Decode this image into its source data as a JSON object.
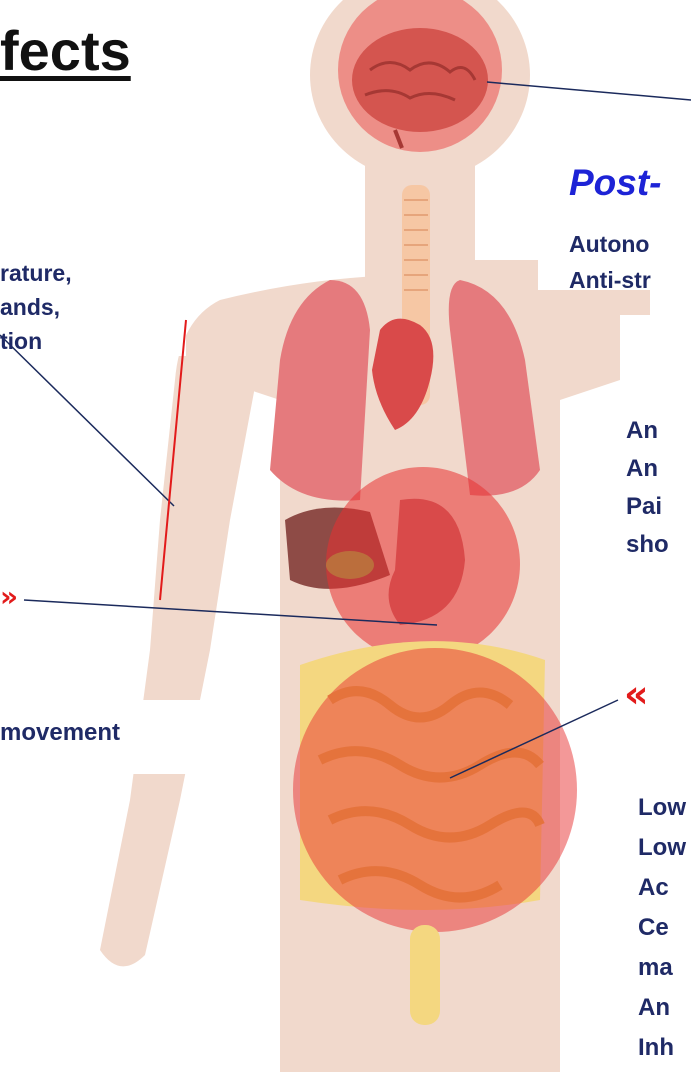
{
  "title": "fects",
  "left_label_1": {
    "lines": [
      "rature,",
      "ands,",
      "tion"
    ]
  },
  "left_label_2": {
    "lines": [
      "movement"
    ]
  },
  "post_heading": "Post-",
  "post_body": {
    "lines": [
      "Autono",
      "Anti-str"
    ]
  },
  "right_label": {
    "lines": [
      "An",
      "An",
      "Pai",
      "sho"
    ]
  },
  "lower_label": {
    "lines": [
      "Low",
      "Low",
      "Ac",
      "Ce",
      "ma",
      "An",
      "Inh"
    ]
  },
  "chevron_left": "»",
  "chevron_right": "«",
  "icons": [
    "brain-icon",
    "lungs-icon",
    "heart-icon",
    "stomach-icon",
    "liver-icon",
    "intestines-icon",
    "trachea-icon"
  ],
  "colors": {
    "body": "#f1d9cc",
    "highlight": "#e83232",
    "text": "#1f2a66",
    "heading": "#1d23d6",
    "leader": "#1b2a5c"
  }
}
